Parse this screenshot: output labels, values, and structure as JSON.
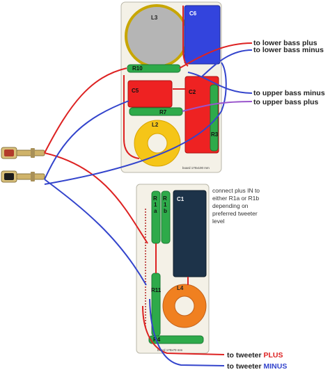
{
  "components": {
    "board1": {
      "L3": "L3",
      "C6": "C6",
      "R10": "R10",
      "C5": "C5",
      "C2": "C2",
      "R7": "R7",
      "L2": "L2",
      "R3": "R3",
      "board_label": "board 170x100 mm"
    },
    "board2": {
      "R1a_letter": "R",
      "R1a_num": "1",
      "R1a_sub": "a",
      "R1b_letter": "R",
      "R1b_num": "1",
      "R1b_sub": "b",
      "C1": "C1",
      "R11": "R11",
      "L4": "L4",
      "R4": "R4",
      "board_label": "board 170x70 mm"
    }
  },
  "labels": {
    "lower_bass_plus": "to lower bass plus",
    "lower_bass_minus": "to lower bass minus",
    "upper_bass_minus": "to upper bass minus",
    "upper_bass_plus": "to upper bass plus",
    "tweeter_plus_prefix": "to tweeter ",
    "tweeter_plus_word": "PLUS",
    "tweeter_minus_prefix": "to tweeter ",
    "tweeter_minus_word": "MINUS"
  },
  "note": {
    "lines": [
      "connect plus IN to",
      "either R1a or R1b",
      "depending on",
      "preferred tweeter",
      "level"
    ]
  },
  "colors": {
    "wire_red": "#dd2222",
    "wire_blue": "#3344cc",
    "wire_purple": "#9955cc",
    "inductor_yellow": "#f5c518",
    "inductor_orange": "#f08020",
    "cap_blue": "#3344dd",
    "cap_red": "#ee2222",
    "cap_navy": "#1d3349",
    "resistor_green": "#2eaa4a",
    "air_coil_gray": "#b5b5b5"
  }
}
